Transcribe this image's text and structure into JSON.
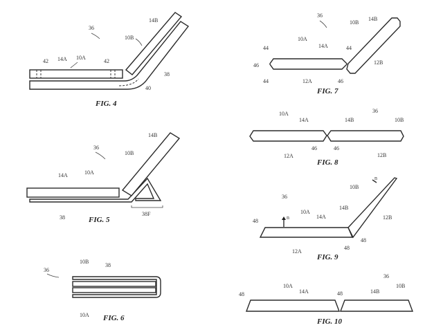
{
  "figures": [
    {
      "id": "fig4",
      "caption": "FIG. 4",
      "labels": [
        "36",
        "42",
        "14A",
        "10A",
        "42",
        "10B",
        "14B",
        "38",
        "40"
      ]
    },
    {
      "id": "fig5",
      "caption": "FIG. 5",
      "labels": [
        "36",
        "14A",
        "10A",
        "10B",
        "14B",
        "38",
        "38F"
      ]
    },
    {
      "id": "fig6",
      "caption": "FIG. 6",
      "labels": [
        "36",
        "10B",
        "38",
        "10A"
      ]
    },
    {
      "id": "fig7",
      "caption": "FIG. 7",
      "labels": [
        "36",
        "10A",
        "14A",
        "44",
        "46",
        "44",
        "12A",
        "46",
        "44",
        "10B",
        "14B",
        "12B"
      ]
    },
    {
      "id": "fig8",
      "caption": "FIG. 8",
      "labels": [
        "10A",
        "14A",
        "12A",
        "46",
        "46",
        "36",
        "14B",
        "10B",
        "12B"
      ]
    },
    {
      "id": "fig9",
      "caption": "FIG. 9",
      "labels": [
        "36",
        "48",
        "n",
        "10A",
        "14A",
        "12A",
        "48",
        "48",
        "10B",
        "14B",
        "n",
        "12B"
      ]
    },
    {
      "id": "fig10",
      "caption": "FIG. 10",
      "labels": [
        "48",
        "10A",
        "14A",
        "48",
        "36",
        "14B",
        "10B"
      ]
    }
  ]
}
